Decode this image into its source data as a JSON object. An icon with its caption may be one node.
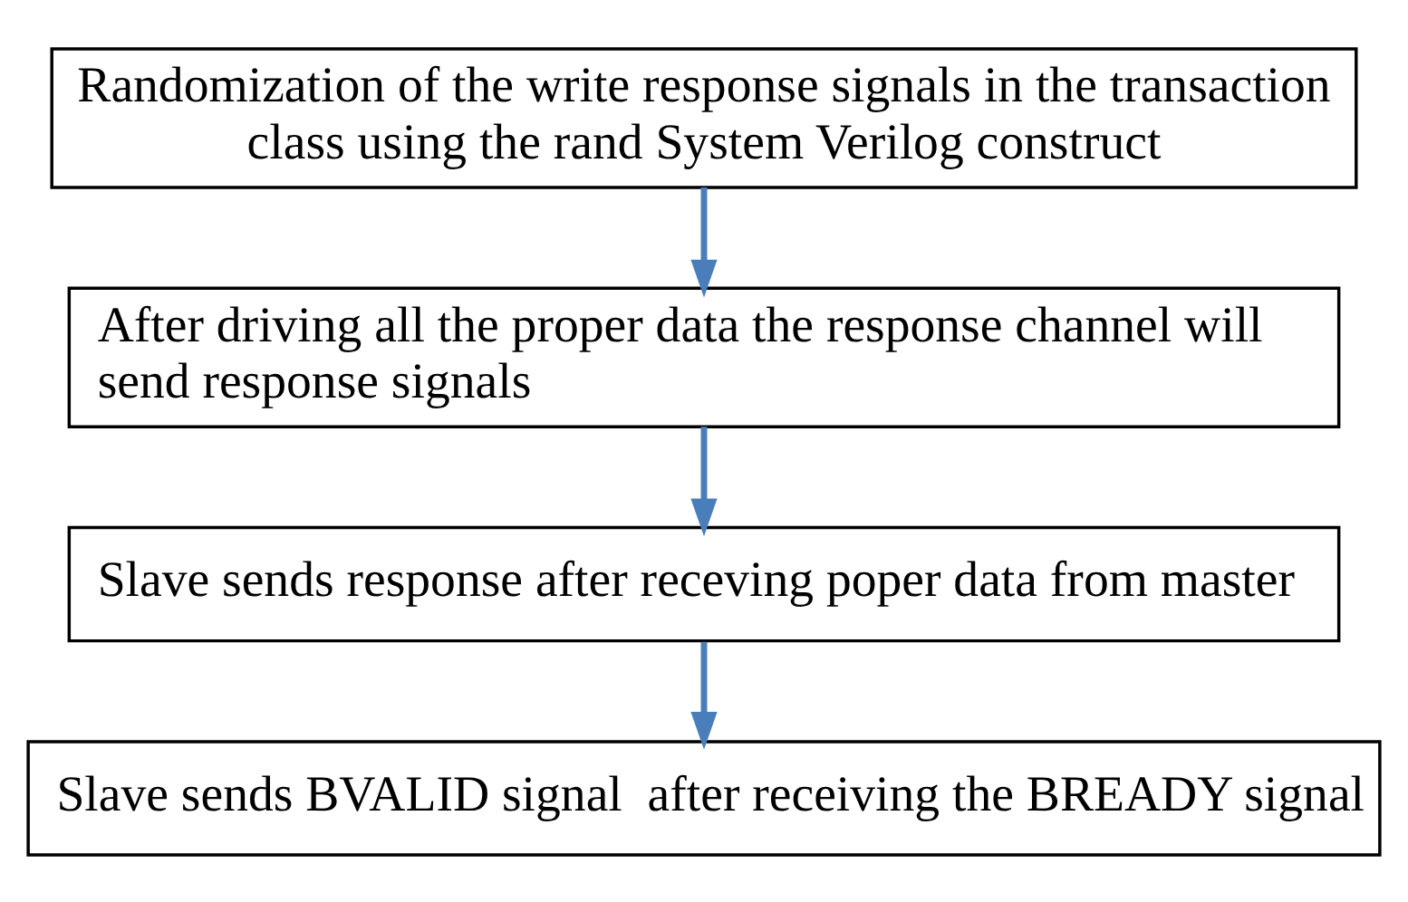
{
  "diagram": {
    "nodes": [
      {
        "text": [
          "Randomization of the write response signals in the transaction class using the rand System Verilog construct"
        ]
      },
      {
        "text": [
          "After driving all the proper data the response channel will send response signals"
        ]
      },
      {
        "text": [
          "Slave sends response after receving poper data from master"
        ]
      },
      {
        "text": [
          "Slave sends BVALID signal  after receiving the BREADY signal"
        ]
      }
    ],
    "edges": [
      {
        "from": 0,
        "to": 1,
        "arrow": "to"
      },
      {
        "from": 1,
        "to": 2,
        "arrow": "to"
      },
      {
        "from": 2,
        "to": 3,
        "arrow": "to"
      }
    ]
  }
}
